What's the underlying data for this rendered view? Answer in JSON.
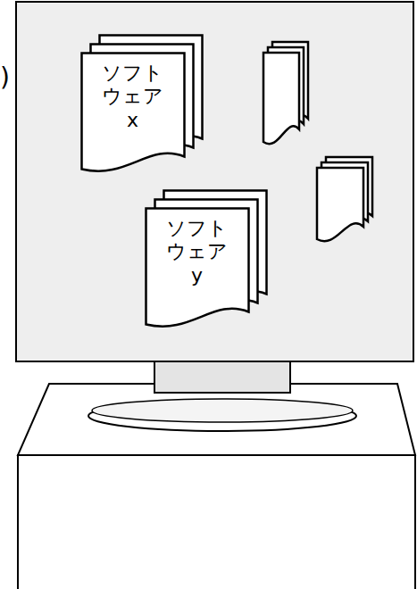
{
  "diagram": {
    "nodes": [
      {
        "text": [
          "ソフト ウェア x"
        ]
      },
      {
        "text": [
          "ソフト ウェア y"
        ]
      }
    ],
    "labels": [
      ")"
    ]
  }
}
